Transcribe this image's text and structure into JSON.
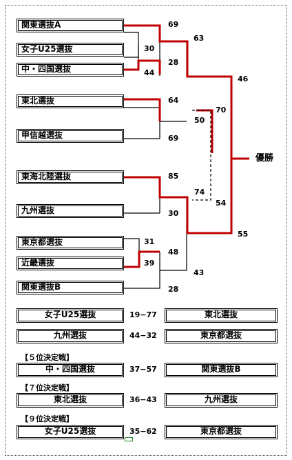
{
  "teams": {
    "t1": "関東選抜A",
    "t2": "女子U25選抜",
    "t3": "中・四国選抜",
    "t4": "東北選抜",
    "t5": "甲信越選抜",
    "t6": "東海北陸選抜",
    "t7": "九州選抜",
    "t8": "東京都選抜",
    "t9": "近畿選抜",
    "t10": "関東選抜B"
  },
  "scores": {
    "s69a": "69",
    "s63": "63",
    "s30a": "30",
    "s28a": "28",
    "s44a": "44",
    "s46": "46",
    "s64": "64",
    "s50": "50",
    "s70": "70",
    "s69b": "69",
    "s85": "85",
    "s74": "74",
    "s54": "54",
    "s30b": "30",
    "s31": "31",
    "s39": "39",
    "s48": "48",
    "s43": "43",
    "s28b": "28",
    "s55": "55"
  },
  "champion_label": "優勝",
  "ranking_matches": [
    {
      "title": "",
      "left": "女子U25選抜",
      "score": "19−77",
      "right": "東北選抜"
    },
    {
      "title": "",
      "left": "九州選抜",
      "score": "44−32",
      "right": "東京都選抜"
    },
    {
      "title": "【５位決定戦】",
      "left": "中・四国選抜",
      "score": "37−57",
      "right": "関東選抜B"
    },
    {
      "title": "【７位決定戦】",
      "left": "東北選抜",
      "score": "36−43",
      "right": "九州選抜"
    },
    {
      "title": "【９位決定戦】",
      "left": "女子U25選抜",
      "score": "35−62",
      "right": "東京都選抜"
    }
  ],
  "colors": {
    "winner_line": "#c00000",
    "shadow": "#555555",
    "line": "#000000"
  }
}
